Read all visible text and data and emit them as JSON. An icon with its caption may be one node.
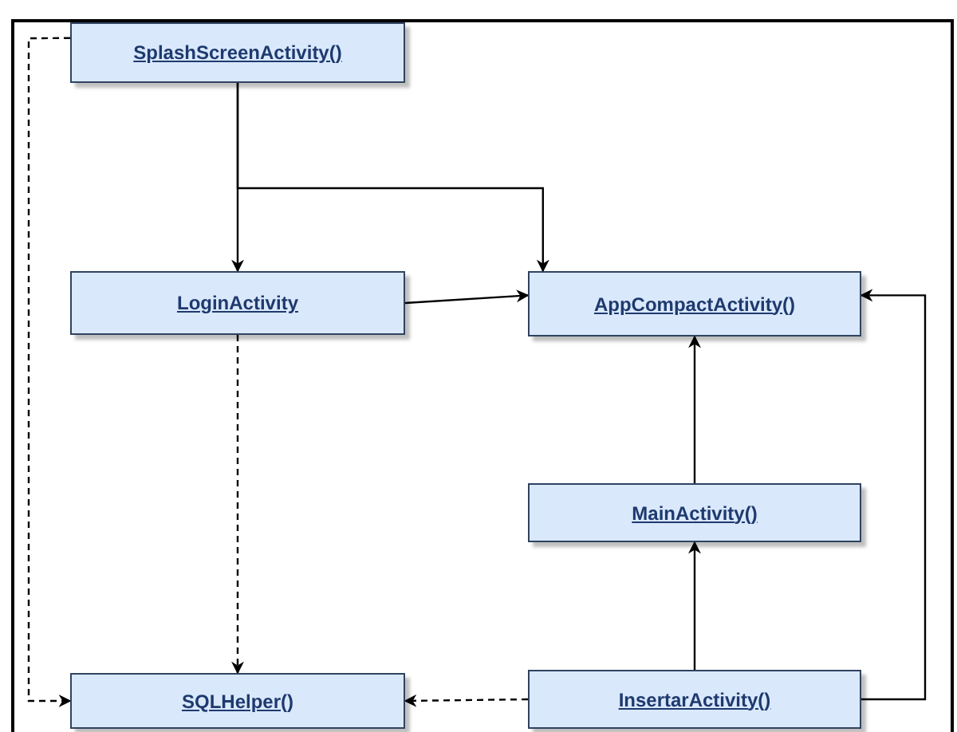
{
  "diagram": {
    "nodes": [
      {
        "text": [
          "SplashScreenActivity()"
        ]
      },
      {
        "text": [
          "LoginActivity"
        ]
      },
      {
        "text": [
          "AppCompactActivity()"
        ]
      },
      {
        "text": [
          "MainActivity()"
        ]
      },
      {
        "text": [
          "SQLHelper()"
        ]
      },
      {
        "text": [
          "InsertarActivity()"
        ]
      }
    ],
    "edges": [
      {
        "from": 0,
        "to": 1,
        "arrow": "to"
      },
      {
        "from": 0,
        "to": 2,
        "arrow": "to"
      },
      {
        "from": 1,
        "to": 2,
        "arrow": "to"
      },
      {
        "from": 0,
        "to": 4,
        "arrow": "to",
        "style": "dashed"
      },
      {
        "from": 1,
        "to": 4,
        "arrow": "to",
        "style": "dashed"
      },
      {
        "from": 3,
        "to": 2,
        "arrow": "to"
      },
      {
        "from": 5,
        "to": 3,
        "arrow": "to"
      },
      {
        "from": 5,
        "to": 4,
        "arrow": "to",
        "style": "dashed"
      },
      {
        "from": 5,
        "to": 2,
        "arrow": "to"
      }
    ]
  }
}
